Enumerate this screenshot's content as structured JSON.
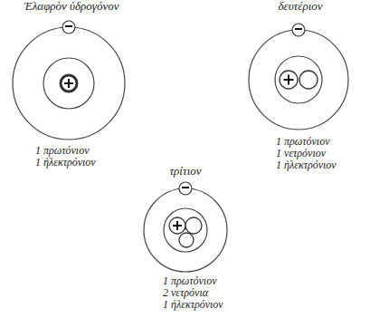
{
  "diagram": {
    "nodes": [
      {
        "text": [
          "Ἐλαφρὸν ὑδρογόνον",
          "1 πρωτόνιον",
          "1 ἠλεκτρόνιον"
        ]
      },
      {
        "text": [
          "δευτέριον",
          "1 πρωτόνιον",
          "1 νετρόνιον",
          "1 ἠλεκτρόνιον"
        ]
      },
      {
        "text": [
          "τρίτιον",
          "1 πρωτόνιον",
          "2 νετρόνια",
          "1 ἠλεκτρόνιον"
        ]
      }
    ]
  }
}
